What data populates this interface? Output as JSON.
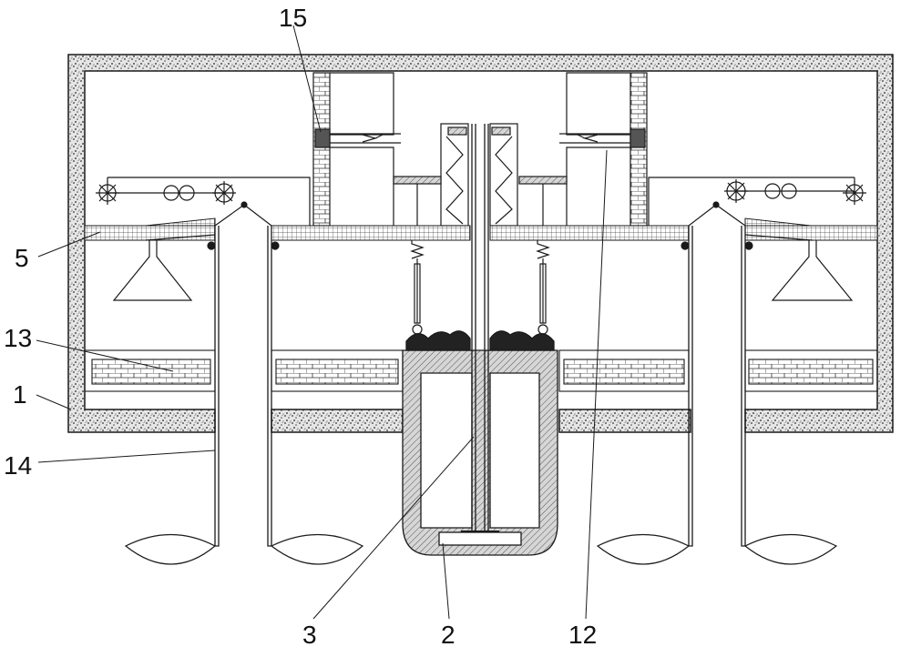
{
  "labels": {
    "l15": "15",
    "l5": "5",
    "l13": "13",
    "l1": "1",
    "l14": "14",
    "l3": "3",
    "l2": "2",
    "l12": "12"
  },
  "colors": {
    "line": "#1a1a1a",
    "speckle_fill": "#d9d9d9",
    "hatch_fill": "#bdbdbd",
    "dark_material": "#222222"
  }
}
